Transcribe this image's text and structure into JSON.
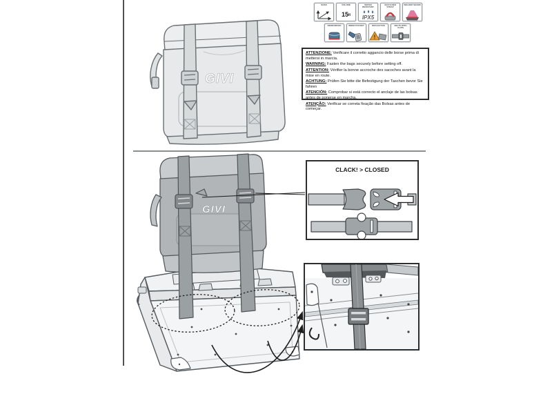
{
  "brand": {
    "logo_text": "GIVI"
  },
  "feature_icons": {
    "row1": [
      {
        "label": "SIZES"
      },
      {
        "label": "VOLUME",
        "value_big": "15",
        "value_small": "lt"
      },
      {
        "label": "WATER RESISTANT",
        "value": "IPX5"
      },
      {
        "label": "SHOULDER STRAP"
      },
      {
        "label": "WELDED SEAMS"
      }
    ],
    "row2": [
      {
        "label": "REINFORCED"
      },
      {
        "label": "INNER POCKET"
      },
      {
        "label": "REFLECTIVE"
      },
      {
        "label": "BELTS WITH CLIPS"
      }
    ]
  },
  "warnings": [
    {
      "label": "ATTENZIONE:",
      "text": "Verificare il corretto aggancio delle borse prima di mettersi in marcia."
    },
    {
      "label": "WARNING:",
      "text": "Fasten the bags securely before setting off."
    },
    {
      "label": "ATTENTION:",
      "text": "Vérifier la bonne accroche des sacoches avant la mise en route."
    },
    {
      "label": "ACHTUNG:",
      "text": "Prüfen Sie bitte die Befestigung der Taschen bevor Sie fahren"
    },
    {
      "label": "ATENCIÓN:",
      "text": "Comprobar si está correcto el anclaje de las bolsas antes de ponerse en marcha."
    },
    {
      "label": "ATENÇÃO:",
      "text": "Verificar se correta fixação das Bolsas antes de começar."
    }
  ],
  "callouts": {
    "buckle_box_title": "CLACK! > CLOSED"
  },
  "colors": {
    "line": "#5f6468",
    "bag_light": "#e9ebec",
    "bag_dark_flap": "#b2b5b7",
    "strap_dark": "#9ba0a3",
    "accent_red": "#c63c44",
    "accent_blue": "#4e7296",
    "accent_pink": "#e2799f",
    "accent_orange": "#e59a33"
  }
}
